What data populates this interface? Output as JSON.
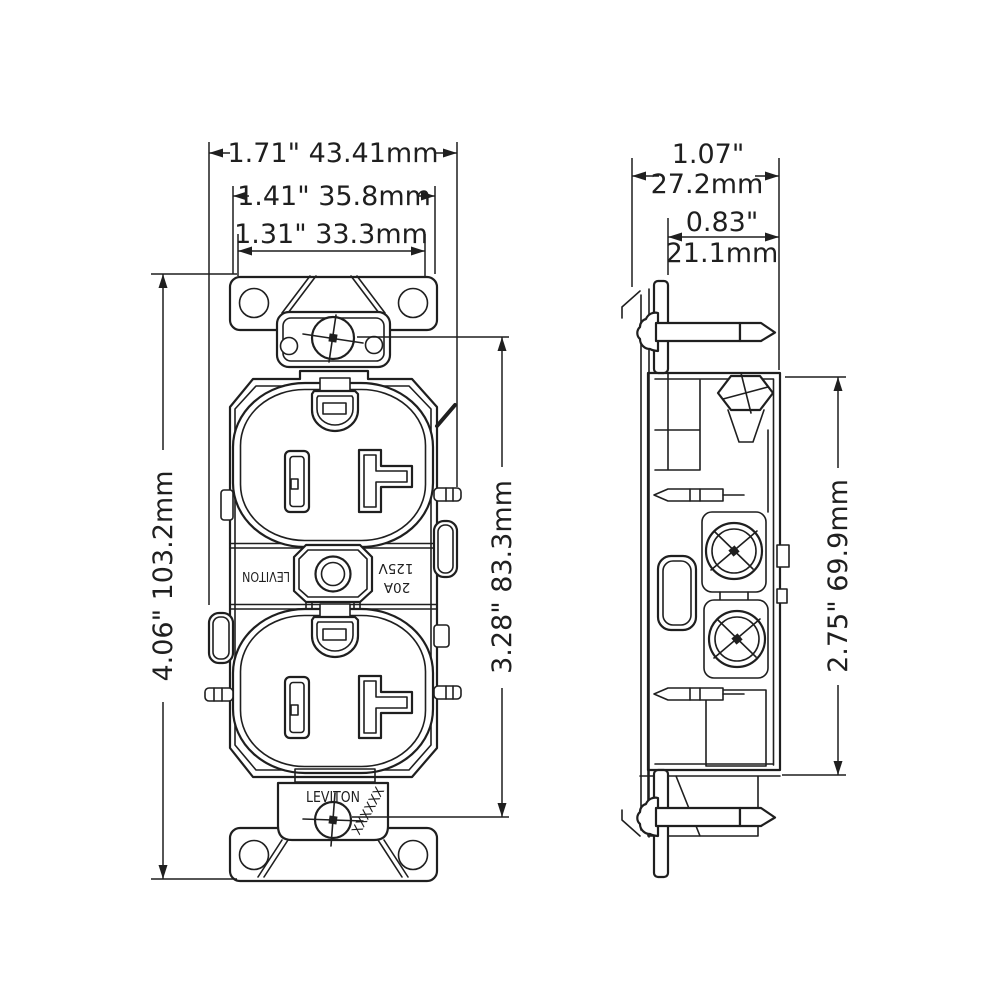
{
  "diagram": {
    "type": "technical-dimension-drawing",
    "subject": "Duplex receptacle outlet, front and side views",
    "colors": {
      "line": "#1f1f1f",
      "background": "#ffffff"
    },
    "labels": {
      "brand_center": "LEVITON",
      "brand_base": "LEVITON",
      "rating_amps": "20A",
      "rating_volts": "125V",
      "marking": "XXXXXX"
    },
    "dimensions": {
      "front_overall_width": "1.71\" 43.41mm",
      "strap_width": "1.41\" 35.8mm",
      "body_width": "1.31\" 33.3mm",
      "overall_length": "4.06\" 103.2mm",
      "screw_hole_spacing": "3.28\" 83.3mm",
      "side_overall_depth_in": "1.07\"",
      "side_overall_depth_mm": "27.2mm",
      "side_body_depth_in": "0.83\"",
      "side_body_depth_mm": "21.1mm",
      "side_body_height": "2.75\" 69.9mm"
    }
  }
}
